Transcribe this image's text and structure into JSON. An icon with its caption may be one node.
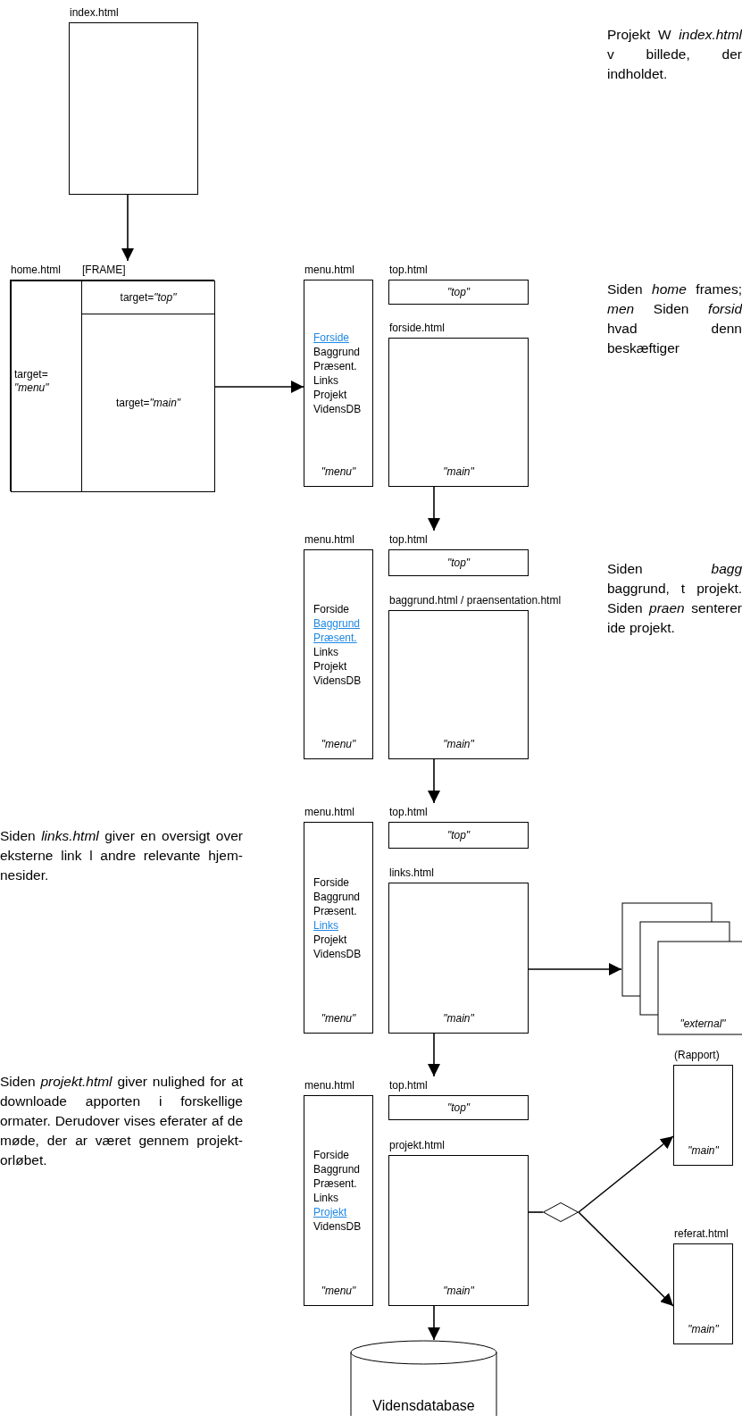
{
  "diagram": {
    "nodes": [
      {
        "text": [
          "index.html"
        ]
      },
      {
        "text": [
          "home.html",
          "[FRAME]"
        ]
      },
      {
        "text": [
          "target= *\"menu\"*"
        ],
        "in": 1
      },
      {
        "text": [
          "target=*\"top\"*"
        ],
        "in": 1
      },
      {
        "text": [
          "target=*\"main\"*"
        ],
        "in": 1
      },
      {
        "text": [
          "menu.html",
          "Forside",
          "Baggrund",
          "Præsent.",
          "Links",
          "Projekt",
          "VidensDB",
          "\"menu\""
        ]
      },
      {
        "text": [
          "top.html",
          "\"top\""
        ]
      },
      {
        "text": [
          "forside.html",
          "\"main\""
        ]
      },
      {
        "text": [
          "menu.html",
          "Forside",
          "Baggrund",
          "Præsent.",
          "Links",
          "Projekt",
          "VidensDB",
          "\"menu\""
        ]
      },
      {
        "text": [
          "top.html",
          "\"top\""
        ]
      },
      {
        "text": [
          "baggrund.html / praensentation.html",
          "\"main\""
        ]
      },
      {
        "text": [
          "menu.html",
          "Forside",
          "Baggrund",
          "Præsent.",
          "Links",
          "Projekt",
          "VidensDB",
          "\"menu\""
        ]
      },
      {
        "text": [
          "top.html",
          "\"top\""
        ]
      },
      {
        "text": [
          "links.html",
          "\"main\""
        ]
      },
      {
        "text": [
          "\"external\""
        ]
      },
      {
        "text": [
          "menu.html",
          "Forside",
          "Baggrund",
          "Præsent.",
          "Links",
          "Projekt",
          "VidensDB",
          "\"menu\""
        ]
      },
      {
        "text": [
          "top.html",
          "\"top\""
        ]
      },
      {
        "text": [
          "projekt.html",
          "\"main\""
        ]
      },
      {
        "text": [],
        "shape": "diamond"
      },
      {
        "text": [
          "(Rapport)",
          "\"main\""
        ]
      },
      {
        "text": [
          "referat.html",
          "\"main\""
        ]
      },
      {
        "text": [
          "Vidensdatabase"
        ]
      }
    ],
    "edges": [
      {
        "from": 0,
        "to": 1,
        "arrow": "to"
      },
      {
        "from": 1,
        "to": 5,
        "arrow": "to"
      },
      {
        "from": 7,
        "to": 9,
        "arrow": "to"
      },
      {
        "from": 10,
        "to": 12,
        "arrow": "to"
      },
      {
        "from": 13,
        "to": 14,
        "arrow": "to"
      },
      {
        "from": 13,
        "to": 16,
        "arrow": "to"
      },
      {
        "from": 17,
        "to": 18,
        "arrow": "none"
      },
      {
        "from": 18,
        "to": 19,
        "arrow": "to"
      },
      {
        "from": 18,
        "to": 20,
        "arrow": "to"
      },
      {
        "from": 17,
        "to": 21,
        "arrow": "to"
      }
    ],
    "labels": [
      "Projekt W *index.html* v billede, der indholdet.",
      "Siden *home* frames; *men* Siden *forsid* hvad denn beskæftiger",
      "Siden *bagg* baggrund, t projekt. Siden *praen* senterer ide projekt.",
      "Siden *links.html* giver en oversigt over eksterne link l andre relevante hjem- nesider.",
      "Siden *projekt.html* giver nulighed for at downloade apporten i forskellige ormater. Derudover vises eferater af de møde, der ar været gennem projekt- orløbet."
    ]
  }
}
